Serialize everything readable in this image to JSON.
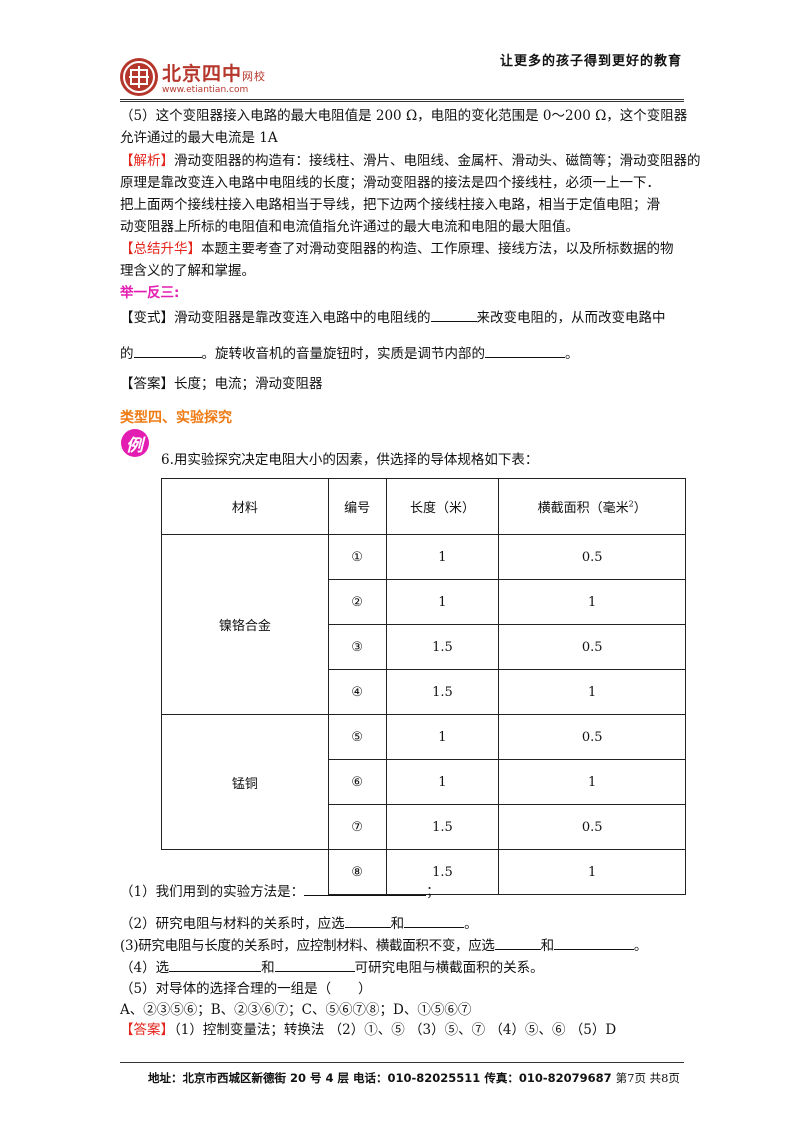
{
  "header": {
    "slogan": "让更多的孩子得到更好的教育",
    "logo_name": "北京四中",
    "logo_net": "网校",
    "logo_url": "www.etiantian.com"
  },
  "body": {
    "l1": "（5）这个变阻器接入电路的最大电阻值是 200 Ω，电阻的变化范围是 0～200 Ω，这个变阻器",
    "l2": "允许通过的最大电流是 1A",
    "analysis_tag": "【解析】",
    "l3": "滑动变阻器的构造有：接线柱、滑片、电阻线、金属杆、滑动头、磁筒等；滑动变阻器的",
    "l4": "原理是靠改变连入电路中电阻线的长度；滑动变阻器的接法是四个接线柱，必须一上一下．",
    "l5": "把上面两个接线柱接入电路相当于导线，把下边两个接线柱接入电路，相当于定值电阻；滑",
    "l6": "动变阻器上所标的电阻值和电流值指允许通过的最大电流和电阻的最大阻值。",
    "summary_tag": "【总结升华】",
    "l7": "本题主要考查了对滑动变阻器的构造、工作原理、接线方法，以及所标数据的物",
    "l8": "理含义的了解和掌握。",
    "practice_title": "举一反三:",
    "v1a": "【变式】滑动变阻器是靠改变连入电路中的电阻线的",
    "v1b": "来改变电阻的，从而改变电路中",
    "v2a": "的",
    "v2b": "。旋转收音机的音量旋钮时，实质是调节内部的",
    "v2c": "。",
    "answer1": "【答案】长度；电流；滑动变阻器",
    "section_title": "类型四、实验探究",
    "badge": "例",
    "q6": "6.用实验探究决定电阻大小的因素，供选择的导体规格如下表：",
    "q1a": "（1）我们用到的实验方法是：",
    "q1b": "；",
    "q2a": "（2）研究电阻与材料的关系时，应选",
    "q2b": "和",
    "q2c": "。",
    "q3a": "(3)研究电阻与长度的关系时，应控制材料、横截面积不变，应选",
    "q3b": "和",
    "q3c": "。",
    "q4a": "（4）选",
    "q4b": "和",
    "q4c": "可研究电阻与横截面积的关系。",
    "q5": "（5）对导体的选择合理的一组是（　　）",
    "opts": "A、②③⑤⑥；B、②③⑥⑦；C、⑤⑥⑦⑧；D、①⑤⑥⑦",
    "answer_tag": "【答案】",
    "answer2": "（1）控制变量法；转换法 （2）①、⑤ （3）⑤、⑦ （4）⑤、⑥ （5）D"
  },
  "table": {
    "headers": [
      "材料",
      "编号",
      "长度（米）",
      "横截面积（毫米"
    ],
    "header_sup": "2",
    "header_close": "）",
    "groups": [
      "镍铬合金",
      "锰铜"
    ],
    "rows": [
      {
        "id": "①",
        "len": "1",
        "area": "0.5"
      },
      {
        "id": "②",
        "len": "1",
        "area": "1"
      },
      {
        "id": "③",
        "len": "1.5",
        "area": "0.5"
      },
      {
        "id": "④",
        "len": "1.5",
        "area": "1"
      },
      {
        "id": "⑤",
        "len": "1",
        "area": "0.5"
      },
      {
        "id": "⑥",
        "len": "1",
        "area": "1"
      },
      {
        "id": "⑦",
        "len": "1.5",
        "area": "0.5"
      },
      {
        "id": "⑧",
        "len": "1.5",
        "area": "1"
      }
    ]
  },
  "footer": {
    "address": "地址：北京市西城区新德街 20 号 4 层  电话：010-82025511  传真：010-82079687",
    "page": "第7页  共8页"
  }
}
